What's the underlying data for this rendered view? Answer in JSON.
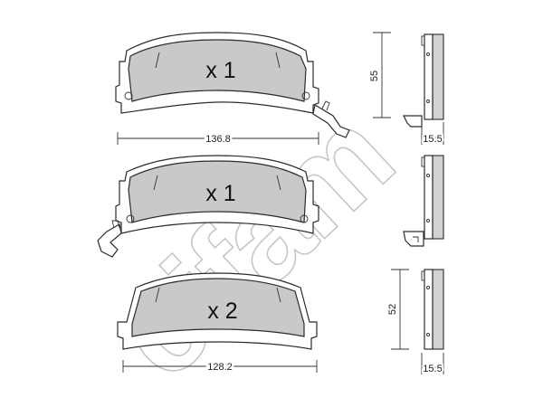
{
  "watermark": {
    "text": "cifam",
    "color": "#c6c6c6"
  },
  "pads": [
    {
      "quantity": "x 1"
    },
    {
      "quantity": "x 1"
    },
    {
      "quantity": "x 2"
    }
  ],
  "dimensions": {
    "upper_length": "136.8",
    "upper_height": "55",
    "upper_thickness": "15.5",
    "lower_length": "128.2",
    "lower_height": "52",
    "lower_thickness": "15.5"
  },
  "colors": {
    "pad_fill": "#c9c9c9",
    "outline": "#2b2b2b"
  }
}
